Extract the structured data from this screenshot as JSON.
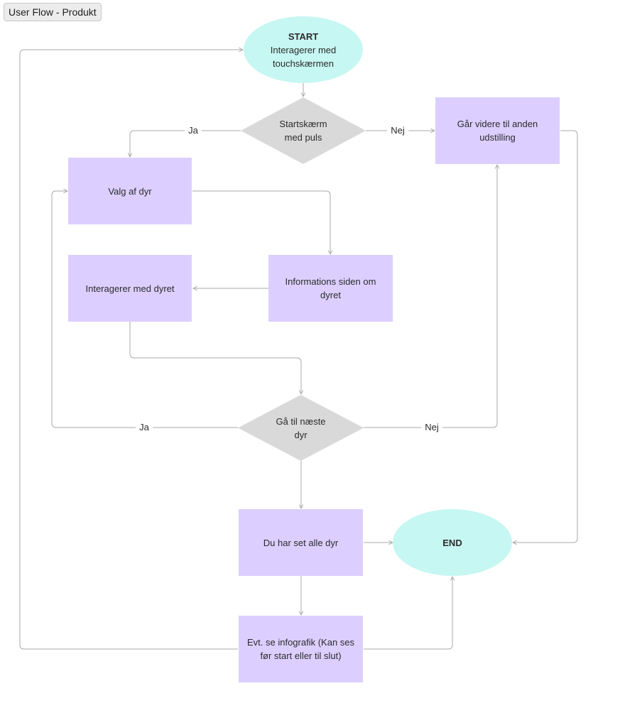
{
  "title": "User Flow - Produkt",
  "nodes": {
    "start": {
      "line1": "START",
      "line2": "Interagerer med touchskærmen"
    },
    "startscreen": {
      "label": "Startskærm med puls"
    },
    "go_other": {
      "label": "Går videre til anden udstilling"
    },
    "choose_animal": {
      "label": "Valg af dyr"
    },
    "info_page": {
      "label": "Informations siden om dyret"
    },
    "interact_animal": {
      "label": "Interagerer med dyret"
    },
    "next_animal": {
      "label": "Gå til næste dyr"
    },
    "seen_all": {
      "label": "Du har set alle dyr"
    },
    "end": {
      "label": "END"
    },
    "infographic": {
      "label": "Evt. se infografik (Kan ses før start eller til slut)"
    }
  },
  "edge_labels": {
    "start_yes": "Ja",
    "start_no": "Nej",
    "next_yes": "Ja",
    "next_no": "Nej"
  },
  "colors": {
    "process": "#dccfff",
    "terminal": "#c6f7f2",
    "decision": "#d9d9d9",
    "connector": "#a8a8a8"
  }
}
